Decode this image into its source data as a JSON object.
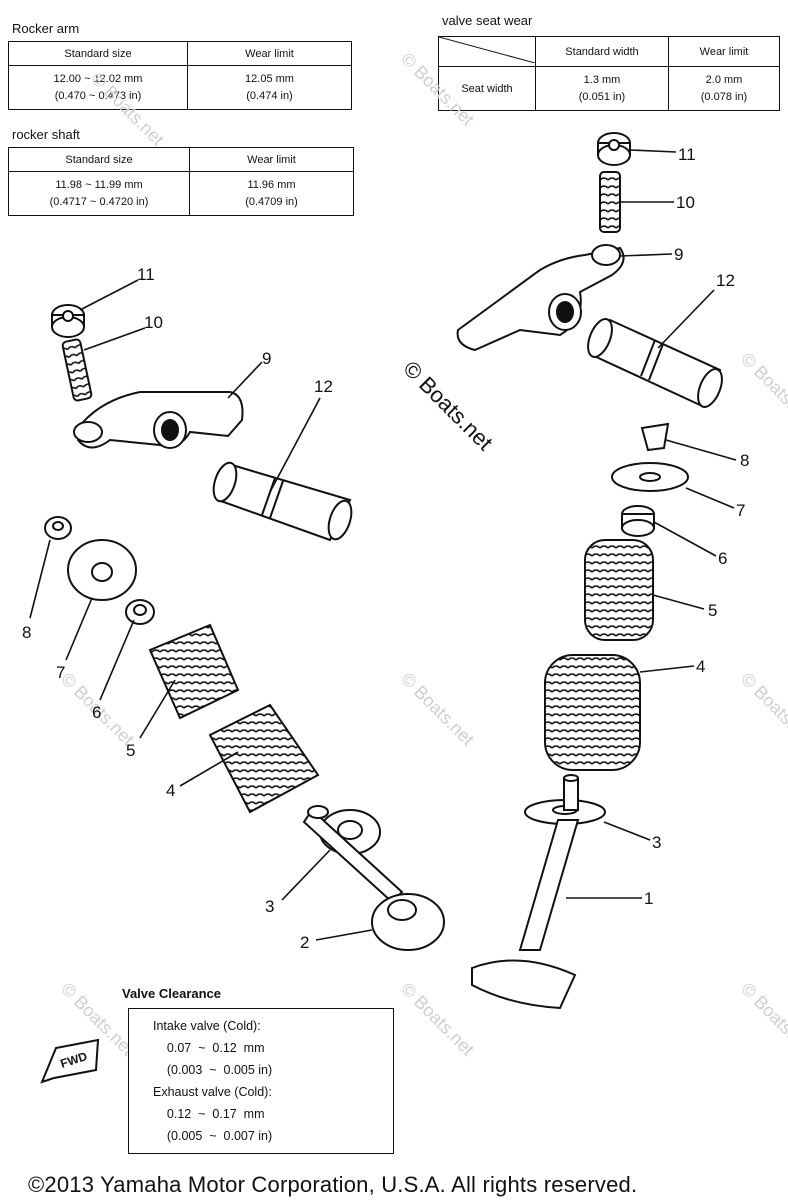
{
  "rocker_arm": {
    "title": "Rocker arm",
    "headers": [
      "Standard size",
      "Wear limit"
    ],
    "std_line1": "12.00 ~ 12.02 mm",
    "std_line2": "(0.470 ~ 0.473 in)",
    "wear_line1": "12.05 mm",
    "wear_line2": "(0.474 in)"
  },
  "rocker_shaft": {
    "title": "rocker shaft",
    "headers": [
      "Standard size",
      "Wear limit"
    ],
    "std_line1": "11.98 ~ 11.99 mm",
    "std_line2": "(0.4717 ~ 0.4720 in)",
    "wear_line1": "11.96 mm",
    "wear_line2": "(0.4709 in)"
  },
  "valve_seat": {
    "title": "valve seat wear",
    "headers": [
      "",
      "Standard width",
      "Wear limit"
    ],
    "row_label": "Seat width",
    "std_line1": "1.3 mm",
    "std_line2": "(0.051 in)",
    "wear_line1": "2.0 mm",
    "wear_line2": "(0.078 in)"
  },
  "clearance": {
    "title": "Valve Clearance",
    "lines": [
      "Intake valve (Cold):",
      "    0.07  ~  0.12  mm",
      "    (0.003  ~  0.005 in)",
      "Exhaust valve (Cold):",
      "    0.12  ~  0.17  mm",
      "    (0.005  ~  0.007 in)"
    ]
  },
  "fwd_label": "FWD",
  "callouts": {
    "left": [
      "11",
      "10",
      "9",
      "12",
      "8",
      "7",
      "6",
      "5",
      "4",
      "3",
      "2"
    ],
    "right": [
      "11",
      "10",
      "9",
      "12",
      "8",
      "7",
      "6",
      "5",
      "4",
      "3",
      "1"
    ]
  },
  "watermark": "© Boats.net",
  "footer": "©2013 Yamaha Motor Corporation, U.S.A. All rights reserved."
}
